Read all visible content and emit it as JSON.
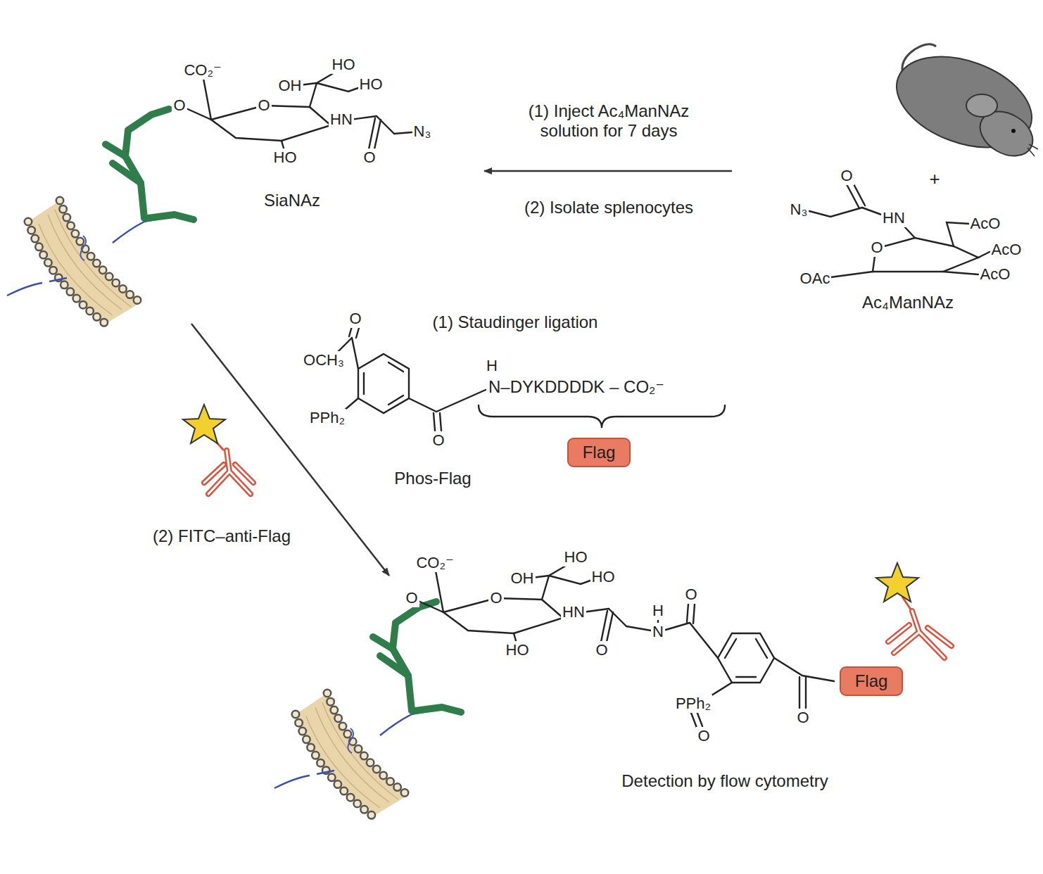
{
  "diagram": {
    "nodes": [
      {
        "text": [
          "Flag"
        ]
      },
      {
        "text": [
          "Flag"
        ]
      }
    ],
    "labels": [
      "(1) Inject Ac₄ManNAz solution for 7 days",
      "(2) Isolate splenocytes",
      "SiaNAz",
      "+",
      "Ac₄ManNAz",
      "(1) Staudinger ligation",
      "N–DYKDDDDK – CO₂⁻",
      "Phos-Flag",
      "(2) FITC–anti-Flag",
      "Detection by flow cytometry",
      "CO₂⁻",
      "O",
      "O",
      "OH",
      "HO",
      "HO",
      "HN",
      "HO",
      "O",
      "N₃",
      "N₃",
      "O",
      "HN",
      "AcO",
      "O",
      "AcO",
      "AcO",
      "OAc",
      "O",
      "OCH₃",
      "PPh₂",
      "H",
      "O",
      "CO₂⁻",
      "O",
      "O",
      "OH",
      "HO",
      "HO",
      "HN",
      "HO",
      "O",
      "N",
      "H",
      "O",
      "PPh₂",
      "O",
      "O"
    ]
  }
}
